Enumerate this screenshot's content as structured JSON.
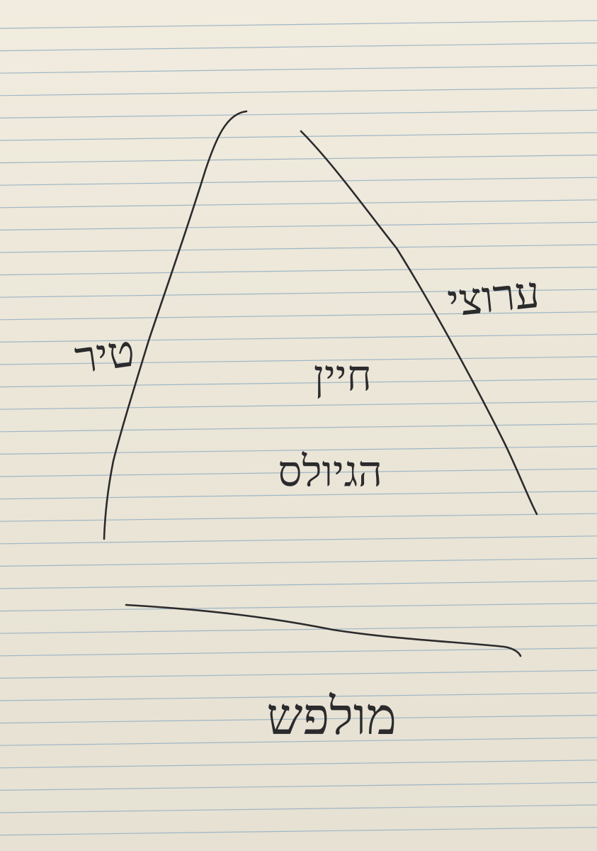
{
  "paper": {
    "background": "#ece7da",
    "rule_color": "#9fb6c4",
    "ink_color": "#2b2b2d"
  },
  "labels": {
    "left_side": "טיר",
    "right_side": "ערוצי",
    "center_top": "חיין",
    "center_bottom": "הגיולס",
    "base": "מולפש"
  }
}
